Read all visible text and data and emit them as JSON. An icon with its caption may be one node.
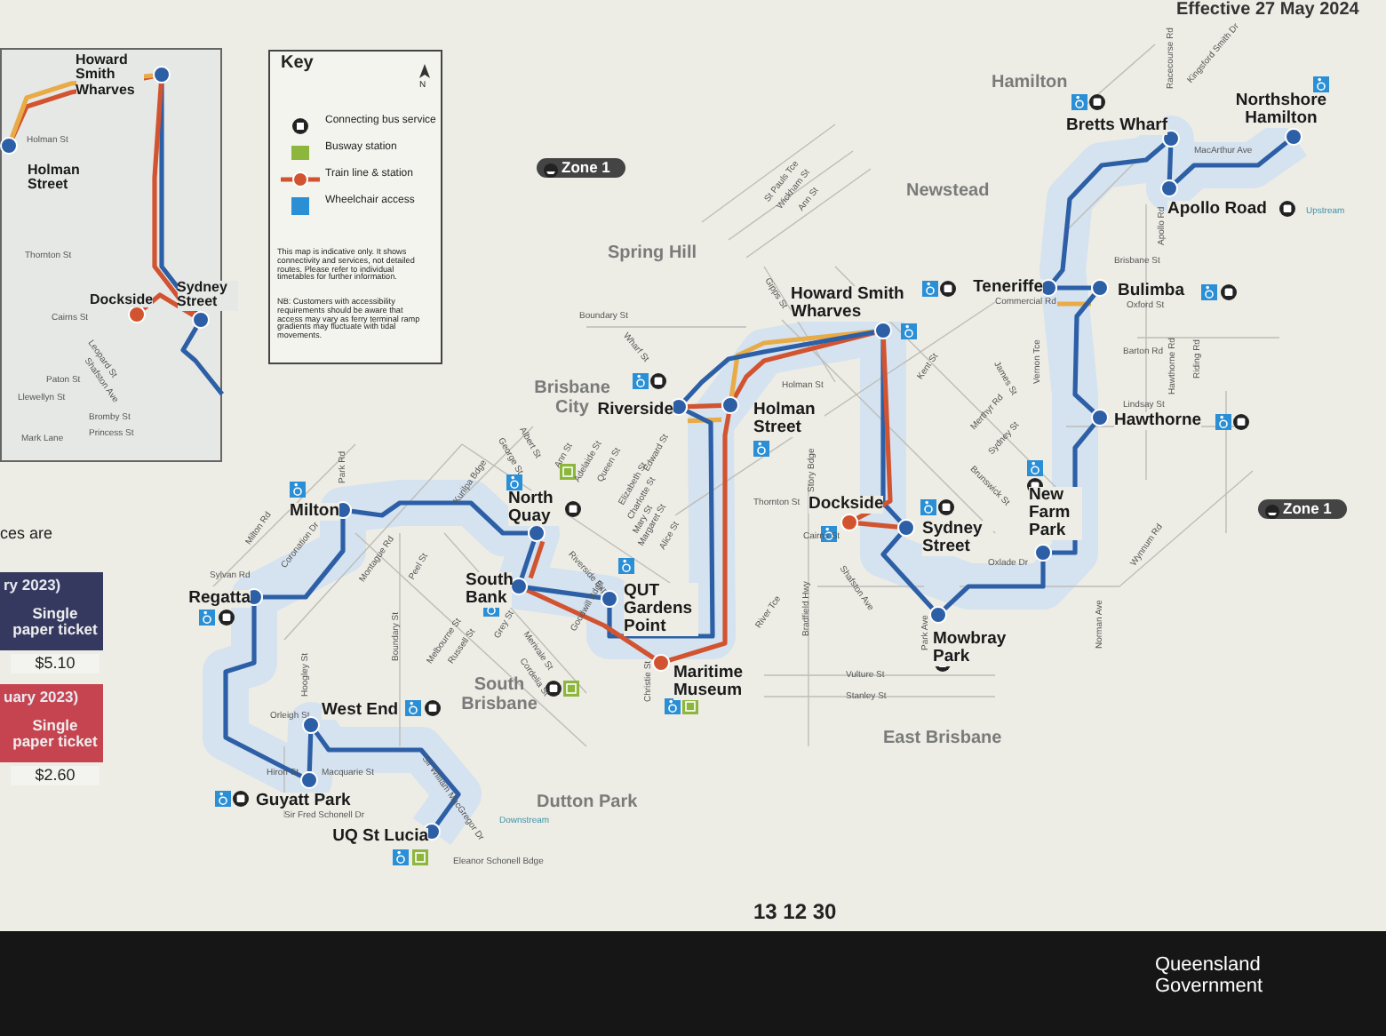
{
  "diagram": {
    "nodes": [
      {
        "text": [
          "Northshore Hamilton"
        ]
      },
      {
        "text": [
          "Bretts Wharf"
        ]
      },
      {
        "text": [
          "Apollo Road"
        ]
      },
      {
        "text": [
          "Teneriffe"
        ]
      },
      {
        "text": [
          "Bulimba"
        ]
      },
      {
        "text": [
          "Hawthorne"
        ]
      },
      {
        "text": [
          "New Farm Park"
        ]
      },
      {
        "text": [
          "Mowbray Park"
        ]
      },
      {
        "text": [
          "Sydney Street"
        ]
      },
      {
        "text": [
          "Dockside"
        ]
      },
      {
        "text": [
          "Howard Smith Wharves"
        ]
      },
      {
        "text": [
          "Holman Street"
        ]
      },
      {
        "text": [
          "Riverside"
        ]
      },
      {
        "text": [
          "North Quay"
        ]
      },
      {
        "text": [
          "South Bank"
        ]
      },
      {
        "text": [
          "QUT Gardens Point"
        ]
      },
      {
        "text": [
          "Maritime Museum"
        ]
      },
      {
        "text": [
          "Milton"
        ]
      },
      {
        "text": [
          "Regatta"
        ]
      },
      {
        "text": [
          "West End"
        ]
      },
      {
        "text": [
          "Guyatt Park"
        ]
      },
      {
        "text": [
          "UQ St Lucia"
        ]
      },
      {
        "text": [],
        "shape": "box"
      },
      {
        "text": [
          "Howard Smith Wharves"
        ],
        "in": 22
      },
      {
        "text": [
          "Holman Street"
        ],
        "in": 22
      },
      {
        "text": [
          "Dockside"
        ],
        "in": 22
      },
      {
        "text": [
          "Sydney Street"
        ],
        "in": 22
      }
    ],
    "edges": [
      {
        "from": 0,
        "to": 2,
        "arrow": "none"
      },
      {
        "from": 1,
        "to": 2,
        "arrow": "none"
      },
      {
        "from": 1,
        "to": 3,
        "arrow": "none"
      },
      {
        "from": 3,
        "to": 4,
        "arrow": "none"
      },
      {
        "from": 3,
        "to": 4,
        "arrow": "none",
        "color": "#e8ab45"
      },
      {
        "from": 4,
        "to": 5,
        "arrow": "none"
      },
      {
        "from": 5,
        "to": 6,
        "arrow": "none"
      },
      {
        "from": 6,
        "to": 7,
        "arrow": "none"
      },
      {
        "from": 7,
        "to": 8,
        "arrow": "none"
      },
      {
        "from": 8,
        "to": 10,
        "arrow": "none"
      },
      {
        "from": 9,
        "to": 10,
        "arrow": "none",
        "color": "#d2532f"
      },
      {
        "from": 9,
        "to": 8,
        "arrow": "none",
        "color": "#d2532f"
      },
      {
        "from": 10,
        "to": 11,
        "arrow": "none",
        "color": "#d2532f"
      },
      {
        "from": 10,
        "to": 11,
        "arrow": "none",
        "color": "#e8ab45"
      },
      {
        "from": 10,
        "to": 12,
        "arrow": "none"
      },
      {
        "from": 11,
        "to": 12,
        "arrow": "none",
        "color": "#d2532f"
      },
      {
        "from": 11,
        "to": 12,
        "arrow": "none",
        "color": "#e8ab45"
      },
      {
        "from": 12,
        "to": 15,
        "arrow": "none"
      },
      {
        "from": 11,
        "to": 16,
        "arrow": "none",
        "color": "#d2532f"
      },
      {
        "from": 16,
        "to": 14,
        "arrow": "none",
        "color": "#d2532f"
      },
      {
        "from": 15,
        "to": 14,
        "arrow": "none"
      },
      {
        "from": 14,
        "to": 13,
        "arrow": "none"
      },
      {
        "from": 14,
        "to": 13,
        "arrow": "none",
        "color": "#d2532f"
      },
      {
        "from": 13,
        "to": 17,
        "arrow": "none"
      },
      {
        "from": 17,
        "to": 18,
        "arrow": "none"
      },
      {
        "from": 18,
        "to": 20,
        "arrow": "none"
      },
      {
        "from": 20,
        "to": 19,
        "arrow": "none"
      },
      {
        "from": 19,
        "to": 21,
        "arrow": "none"
      },
      {
        "from": 23,
        "to": 24,
        "arrow": "none",
        "color": "#d2532f"
      },
      {
        "from": 23,
        "to": 24,
        "arrow": "none",
        "color": "#e8ab45"
      },
      {
        "from": 23,
        "to": 26,
        "arrow": "none"
      },
      {
        "from": 23,
        "to": 26,
        "arrow": "none",
        "color": "#d2532f"
      },
      {
        "from": 25,
        "to": 26,
        "arrow": "none",
        "color": "#d2532f"
      },
      {
        "from": 26,
        "to": 22,
        "arrow": "none"
      }
    ],
    "labels": [
      "Effective 27 May 2024",
      "Key",
      "N",
      "This map is indicative only. It shows connectivity and services, not detailed routes. Please refer to individual timetables for further information.",
      "NB: Customers with accessibility requirements should be aware that access may vary as ferry terminal ramp gradients may fluctuate with tidal movements.",
      "Zone 1",
      "Zone 1",
      "Hamilton",
      "Newstead",
      "Spring Hill",
      "Brisbane City",
      "South Brisbane",
      "Dutton Park",
      "East Brisbane",
      "Upstream",
      "Downstream",
      "St Pauls Tce",
      "Wickham St",
      "Ann St",
      "Gipps St",
      "Boundary St",
      "Wharf St",
      "George St",
      "Albert St",
      "Edward St",
      "Ann St",
      "Adelaide St",
      "Queen St",
      "Elizabeth St",
      "Charlotte St",
      "Mary St",
      "Margaret St",
      "Alice St",
      "Riverside Exp",
      "Kurilpa Bdge",
      "Holman St",
      "Story Bdge",
      "Kent St",
      "James St",
      "Merthyr Rd",
      "Sydney St",
      "Brunswick St",
      "Vernon Tce",
      "Commercial Rd",
      "Brisbane St",
      "Oxford St",
      "Barton Rd",
      "Lindsay St",
      "Hawthorne Rd",
      "Riding Rd",
      "Apollo Rd",
      "Racecourse Rd",
      "Kingsford Smith Dr",
      "MacArthur Ave",
      "Thornton St",
      "Cairns St",
      "Shafston Ave",
      "Oxlade Dr",
      "Park Ave",
      "Bradfield Hwy",
      "River Tce",
      "Vulture St",
      "Stanley St",
      "Wynnum Rd",
      "Norman Ave",
      "Milton Rd",
      "Park Rd",
      "Coronation Dr",
      "Sylvan Rd",
      "Montague Rd",
      "Peel St",
      "Boundary St",
      "Melbourne St",
      "Russell St",
      "Grey St",
      "Merivale St",
      "Cordelia St",
      "Goodwill Bdge",
      "Hoogley St",
      "Christie St",
      "Orleigh St",
      "Hiron St",
      "Macquarie St",
      "Sir William MacGregor Dr",
      "Sir Fred Schonell Dr",
      "Eleanor Schonell Bdge",
      "Holman St",
      "Thornton St",
      "Cairns St",
      "Leopard St",
      "Shafston Ave",
      "Paton St",
      "Llewellyn St",
      "Bromby St",
      "Princess St",
      "Mark Lane",
      "ces are",
      "ry 2023)",
      "Single paper ticket",
      "$5.10",
      "uary 2023)",
      "Single paper ticket",
      "$2.60",
      "13 12 30",
      "Queensland Government"
    ],
    "legend": [
      {
        "text": "Connecting bus service"
      },
      {
        "text": "Busway station"
      },
      {
        "text": "Train line & station"
      },
      {
        "text": "Wheelchair access"
      }
    ]
  }
}
